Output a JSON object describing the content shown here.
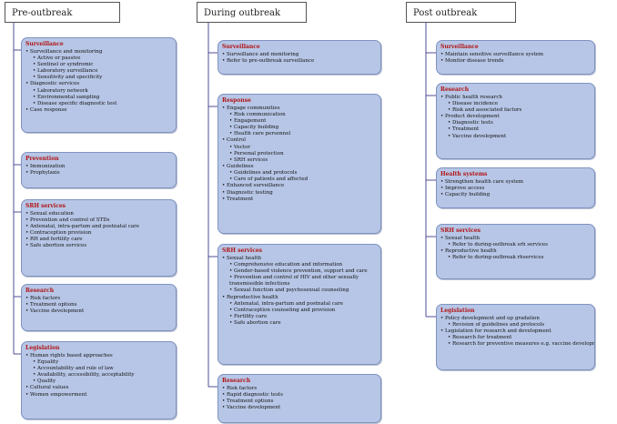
{
  "columns": [
    {
      "label": "Pre-outbreak"
    },
    {
      "label": "During outbreak"
    },
    {
      "label": "Post outbreak"
    }
  ],
  "boxes": [
    {
      "title": "Surveillance",
      "items": [
        {
          "text": "Surveillance and monitoring",
          "level": 1
        },
        {
          "text": "Active or passive",
          "level": 2
        },
        {
          "text": "Sentinel or syndromic",
          "level": 2
        },
        {
          "text": "Laboratory surveillance",
          "level": 2
        },
        {
          "text": "Sensitivity and specificity",
          "level": 2
        },
        {
          "text": "Diagnostic services",
          "level": 1
        },
        {
          "text": "Laboratory network",
          "level": 2
        },
        {
          "text": "Environmental sampling",
          "level": 2
        },
        {
          "text": "Disease specific diagnostic test",
          "level": 2
        },
        {
          "text": "Case response",
          "level": 1
        }
      ]
    },
    {
      "title": "Prevention",
      "items": [
        {
          "text": "Immunization",
          "level": 1
        },
        {
          "text": "Prophylaxis",
          "level": 1
        }
      ]
    },
    {
      "title": "SRH services",
      "items": [
        {
          "text": "Sexual education",
          "level": 1
        },
        {
          "text": "Prevention and control of STDs",
          "level": 1
        },
        {
          "text": "Antenatal, intra-partum and postnatal care",
          "level": 1
        },
        {
          "text": "Contraception provision",
          "level": 1
        },
        {
          "text": "RH and fertility care",
          "level": 1
        },
        {
          "text": "Safe abortion services",
          "level": 1
        }
      ]
    },
    {
      "title": "Research",
      "items": [
        {
          "text": "Risk factors",
          "level": 1
        },
        {
          "text": "Treatment options",
          "level": 1
        },
        {
          "text": "Vaccine development",
          "level": 1
        }
      ]
    },
    {
      "title": "Legislation",
      "items": [
        {
          "text": "Human rights based approaches",
          "level": 1
        },
        {
          "text": "Equality",
          "level": 2
        },
        {
          "text": "Accountability and rule of law",
          "level": 2
        },
        {
          "text": "Availability, accessibility, acceptability",
          "level": 2
        },
        {
          "text": "Quality",
          "level": 2
        },
        {
          "text": "Cultural values",
          "level": 1
        },
        {
          "text": "Women empowerment",
          "level": 1
        }
      ]
    },
    {
      "title": "Surveillance",
      "items": [
        {
          "text": "Surveillance and monitoring",
          "level": 1
        },
        {
          "text": "Refer to pre-outbreak surveillance",
          "level": 1
        }
      ]
    },
    {
      "title": "Response",
      "items": [
        {
          "text": "Engage communities",
          "level": 1
        },
        {
          "text": "Risk communication",
          "level": 2
        },
        {
          "text": "Engagement",
          "level": 2
        },
        {
          "text": "Capacity building",
          "level": 2
        },
        {
          "text": "Health care personnel",
          "level": 2
        },
        {
          "text": "Control",
          "level": 1
        },
        {
          "text": "Vector",
          "level": 2
        },
        {
          "text": "Personal protection",
          "level": 2
        },
        {
          "text": "SRH services",
          "level": 2
        },
        {
          "text": "Guidelines",
          "level": 1
        },
        {
          "text": "Guidelines and protocols",
          "level": 2
        },
        {
          "text": "Care of patients and affected",
          "level": 2
        },
        {
          "text": "Enhanced surveillance",
          "level": 1
        },
        {
          "text": "Diagnostic testing",
          "level": 1
        },
        {
          "text": "Treatment",
          "level": 1
        }
      ]
    },
    {
      "title": "SRH services",
      "items": [
        {
          "text": "Sexual health",
          "level": 1
        },
        {
          "text": "Comprehensive education and information",
          "level": 2
        },
        {
          "text": "Gender-based violence prevention, support and care",
          "level": 2
        },
        {
          "text": "Prevention and control of HIV and other sexually transmissible infections",
          "level": 2,
          "wrap": true
        },
        {
          "text": "Sexual function and psychosexual counseling",
          "level": 2
        },
        {
          "text": "Reproductive health",
          "level": 1
        },
        {
          "text": "Antenatal, intra-partum and postnatal care",
          "level": 2
        },
        {
          "text": "Contraception counseling and provision",
          "level": 2
        },
        {
          "text": "Fertility care",
          "level": 2
        },
        {
          "text": "Safe abortion care",
          "level": 2
        }
      ]
    },
    {
      "title": "Research",
      "items": [
        {
          "text": "Risk factors",
          "level": 1
        },
        {
          "text": "Rapid diagnostic tests",
          "level": 1
        },
        {
          "text": "Treatment options",
          "level": 1
        },
        {
          "text": "Vaccine development",
          "level": 1
        }
      ]
    },
    {
      "title": "Surveillance",
      "items": [
        {
          "text": "Maintain sensitive surveillance system",
          "level": 1
        },
        {
          "text": "Monitor disease trends",
          "level": 1
        }
      ]
    },
    {
      "title": "Research",
      "items": [
        {
          "text": "Public health research",
          "level": 1
        },
        {
          "text": "Disease incidence",
          "level": 2
        },
        {
          "text": "Risk and associated factors",
          "level": 2
        },
        {
          "text": "Product development",
          "level": 1
        },
        {
          "text": "Diagnostic tests",
          "level": 2
        },
        {
          "text": "Treatment",
          "level": 2
        },
        {
          "text": "Vaccine development",
          "level": 2
        }
      ]
    },
    {
      "title": "Health systems",
      "items": [
        {
          "text": "Strengthen health care system",
          "level": 1
        },
        {
          "text": "Improve access",
          "level": 1
        },
        {
          "text": "Capacity building",
          "level": 1
        }
      ]
    },
    {
      "title": "SRH services",
      "items": [
        {
          "text": "Sexual health",
          "level": 1
        },
        {
          "text": "Refer to during-outbreak srh services",
          "level": 2
        },
        {
          "text": "Reproductive health",
          "level": 1
        },
        {
          "text": "Refer to during-outbreak rhservices",
          "level": 2
        }
      ]
    },
    {
      "title": "Legislation",
      "items": [
        {
          "text": "Policy development and up gradation",
          "level": 1
        },
        {
          "text": "Revision of guidelines and protocols",
          "level": 2
        },
        {
          "text": "Legislation for research and development",
          "level": 1
        },
        {
          "text": "Research for treatment",
          "level": 2
        },
        {
          "text": "Research for preventive measures e.g. vaccine development",
          "level": 2
        }
      ]
    }
  ],
  "colors": {
    "box_fill": "#b7c6e6",
    "box_border": "#7f93c0",
    "title_red": "#b11313",
    "connector": "#3c3c8c"
  }
}
